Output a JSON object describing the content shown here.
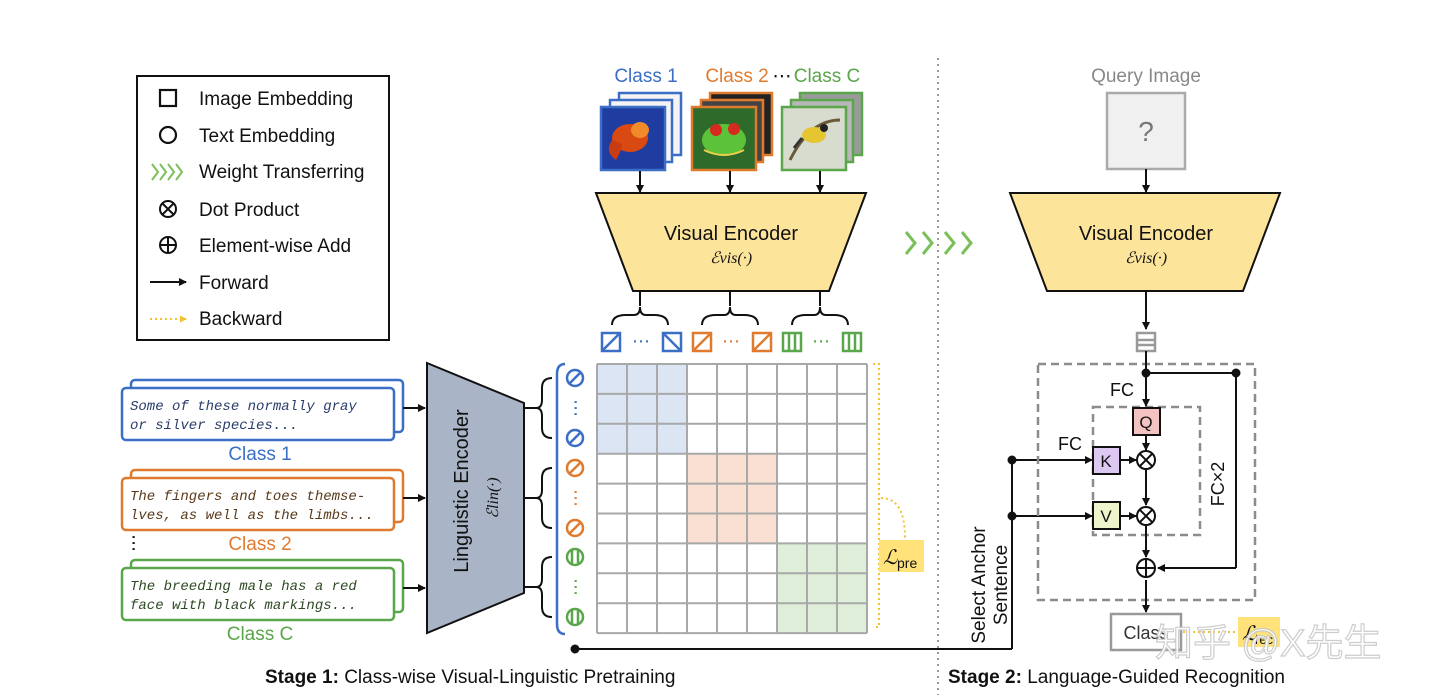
{
  "colors": {
    "blue": "#3b6fc6",
    "orange": "#e07b2e",
    "green": "#5aa64a",
    "encoder_fill": "#fce49a",
    "linguistic_fill": "#a9b4c6",
    "loss_fill": "#ffe27a",
    "grid_blue": "#dbe5f4",
    "grid_orange": "#f9e0d2",
    "grid_green": "#dfeed8",
    "q_fill": "#f5c2c2",
    "k_fill": "#dcc8f0",
    "v_fill": "#eef5cc",
    "dashed_gray": "#8c8c8c"
  },
  "legend": {
    "items": [
      {
        "icon": "square-icon",
        "label": "Image Embedding"
      },
      {
        "icon": "circle-icon",
        "label": "Text Embedding"
      },
      {
        "icon": "chevrons-icon",
        "label": "Weight Transferring"
      },
      {
        "icon": "dot-product-icon",
        "label": "Dot Product"
      },
      {
        "icon": "element-add-icon",
        "label": "Element-wise Add"
      },
      {
        "icon": "forward-arrow-icon",
        "label": "Forward"
      },
      {
        "icon": "backward-arrow-icon",
        "label": "Backward"
      }
    ]
  },
  "stage1": {
    "class_labels": [
      "Class 1",
      "Class 2",
      "Class C"
    ],
    "ellipsis": "⋯",
    "visual_encoder": {
      "title": "Visual Encoder",
      "symbol": "ℰvis(·)"
    },
    "linguistic_encoder": {
      "title": "Linguistic Encoder",
      "symbol": "ℰlin(·)"
    },
    "sentences": [
      {
        "line1": "Some of these normally gray",
        "line2": "or silver species..."
      },
      {
        "line1": "The fingers and toes themse-",
        "line2": "lves, as well as the limbs..."
      },
      {
        "line1": "The breeding male has a red",
        "line2": "face with black markings..."
      }
    ],
    "loss": {
      "symbol": "ℒ",
      "sub": "pre"
    },
    "caption_bold": "Stage 1:",
    "caption_rest": " Class-wise Visual-Linguistic Pretraining"
  },
  "stage2": {
    "query_title": "Query Image",
    "query_mark": "?",
    "visual_encoder": {
      "title": "Visual Encoder",
      "symbol": "ℰvis(·)"
    },
    "fc_top": "FC",
    "fc_k": "FC",
    "q": "Q",
    "k": "K",
    "v": "V",
    "fc_x2": "FC×2",
    "select_line1": "Select Anchor",
    "select_line2": "Sentence",
    "class_box": "Class",
    "loss": {
      "symbol": "ℒ",
      "sub": "rec"
    },
    "caption_bold": "Stage 2:",
    "caption_rest": " Language-Guided Recognition"
  },
  "watermark": "知乎 @X先生"
}
